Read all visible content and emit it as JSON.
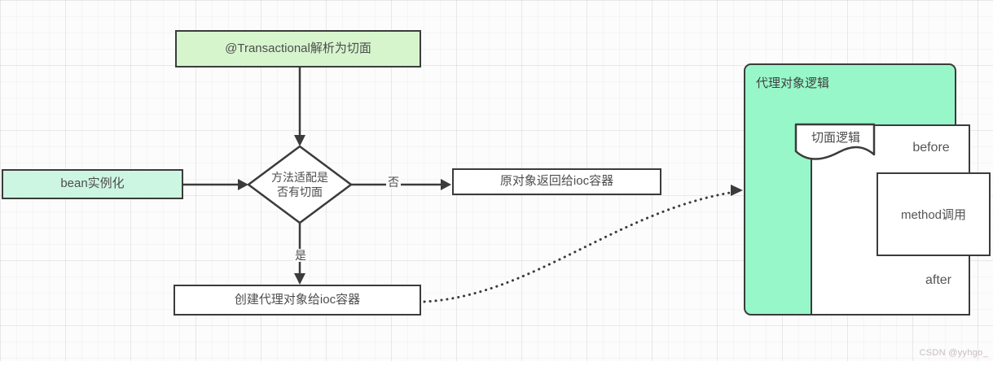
{
  "watermark": "CSDN @yyhgo_",
  "colors": {
    "stroke": "#3b3b3b",
    "text": "#4d4d4d",
    "parse_box_fill": "#d6f5cd",
    "bean_box_fill": "#cdf6e2",
    "proxy_panel_fill": "#97f7c9",
    "background": "#fcfcfc"
  },
  "nodes": {
    "parse": {
      "label": "@Transactional解析为切面"
    },
    "bean": {
      "label": "bean实例化"
    },
    "decision": {
      "line1": "方法适配是",
      "line2": "否有切面"
    },
    "return_original": {
      "label": "原对象返回给ioc容器"
    },
    "create_proxy": {
      "label": "创建代理对象给ioc容器"
    }
  },
  "edge_labels": {
    "no": "否",
    "yes": "是"
  },
  "proxy_panel": {
    "title": "代理对象逻辑",
    "aspect_note": "切面逻辑",
    "before_label": "before",
    "method_label": "method调用",
    "after_label": "after"
  }
}
